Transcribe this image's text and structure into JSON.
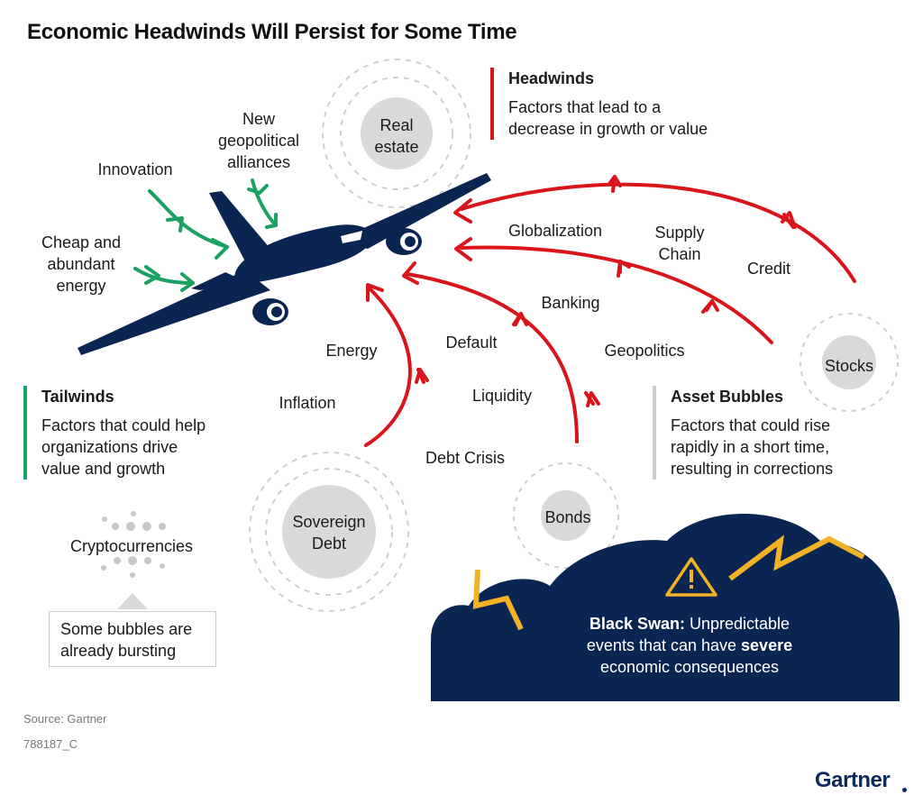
{
  "title": "Economic Headwinds Will Persist for Some Time",
  "legend": {
    "headwinds": {
      "title": "Headwinds",
      "lines": [
        "Factors that lead to a",
        "decrease in growth or value"
      ],
      "color": "#d9141b"
    },
    "tailwinds": {
      "title": "Tailwinds",
      "lines": [
        "Factors that could help",
        "organizations drive",
        "value and growth"
      ],
      "color": "#1aa163"
    },
    "asset_bubbles": {
      "title": "Asset Bubbles",
      "lines": [
        "Factors that could rise",
        "rapidly in a short time,",
        "resulting in corrections"
      ],
      "color": "#cccccc"
    }
  },
  "tailwind_labels": [
    "Innovation",
    "New\ngeopolitical\nalliances",
    "Cheap and\nabundant\nenergy"
  ],
  "headwind_labels": [
    "Globalization",
    "Supply\nChain",
    "Credit",
    "Banking",
    "Geopolitics",
    "Energy",
    "Default",
    "Liquidity",
    "Inflation",
    "Debt Crisis"
  ],
  "bubbles": [
    "Real\nestate",
    "Stocks",
    "Sovereign\nDebt",
    "Bonds",
    "Cryptocurrencies"
  ],
  "bubble_note": [
    "Some bubbles are",
    "already bursting"
  ],
  "black_swan": {
    "lead": "Black Swan:",
    "text1": " Unpredictable",
    "text2": "events that can have ",
    "emph": "severe",
    "text3": "economic consequences"
  },
  "source": "Source: Gartner",
  "doc_id": "788187_C",
  "brand": "Gartner",
  "colors": {
    "navy": "#0b2552",
    "red": "#d9141b",
    "green": "#1aa163",
    "gray": "#d9d9d9",
    "yellow": "#f2b226"
  }
}
